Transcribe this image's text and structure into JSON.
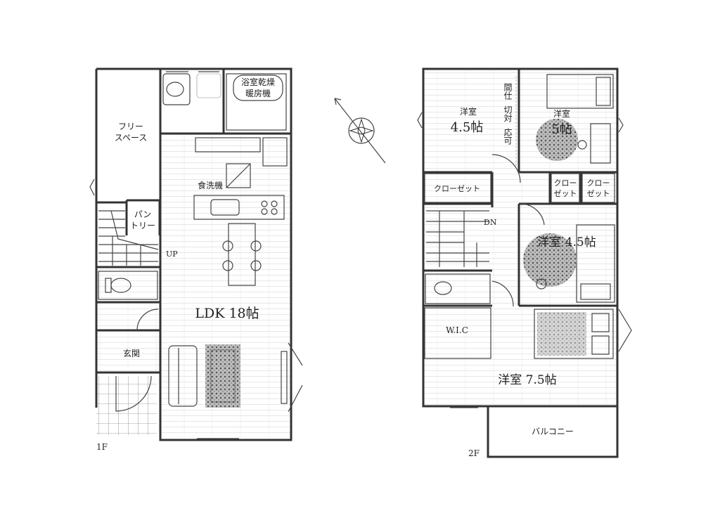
{
  "floor1": {
    "floor_label": "1F",
    "rooms": {
      "free_space_line1": "フリー",
      "free_space_line2": "スペース",
      "bath_dryer_line1": "浴室乾燥",
      "bath_dryer_line2": "暖房機",
      "dishwasher": "食洗機",
      "pantry_line1": "パン",
      "pantry_line2": "トリー",
      "stair_up": "UP",
      "ldk": "LDK 18帖",
      "entrance": "玄関"
    }
  },
  "floor2": {
    "floor_label": "2F",
    "rooms": {
      "western_a_name": "洋室",
      "western_a_size": "4.5帖",
      "partition_note_line1": "間仕",
      "partition_note_line2": "切対",
      "partition_note_line3": "応可",
      "western_b_name": "洋室",
      "western_b_size": "5帖",
      "closet_a": "クローゼット",
      "closet_b_line1": "クロー",
      "closet_b_line2": "ゼット",
      "closet_c_line1": "クロー",
      "closet_c_line2": "ゼット",
      "stair_down": "DN",
      "western_c": "洋室 4.5帖",
      "wic": "W.I.C",
      "western_d": "洋室 7.5帖",
      "balcony": "バルコニー"
    }
  }
}
